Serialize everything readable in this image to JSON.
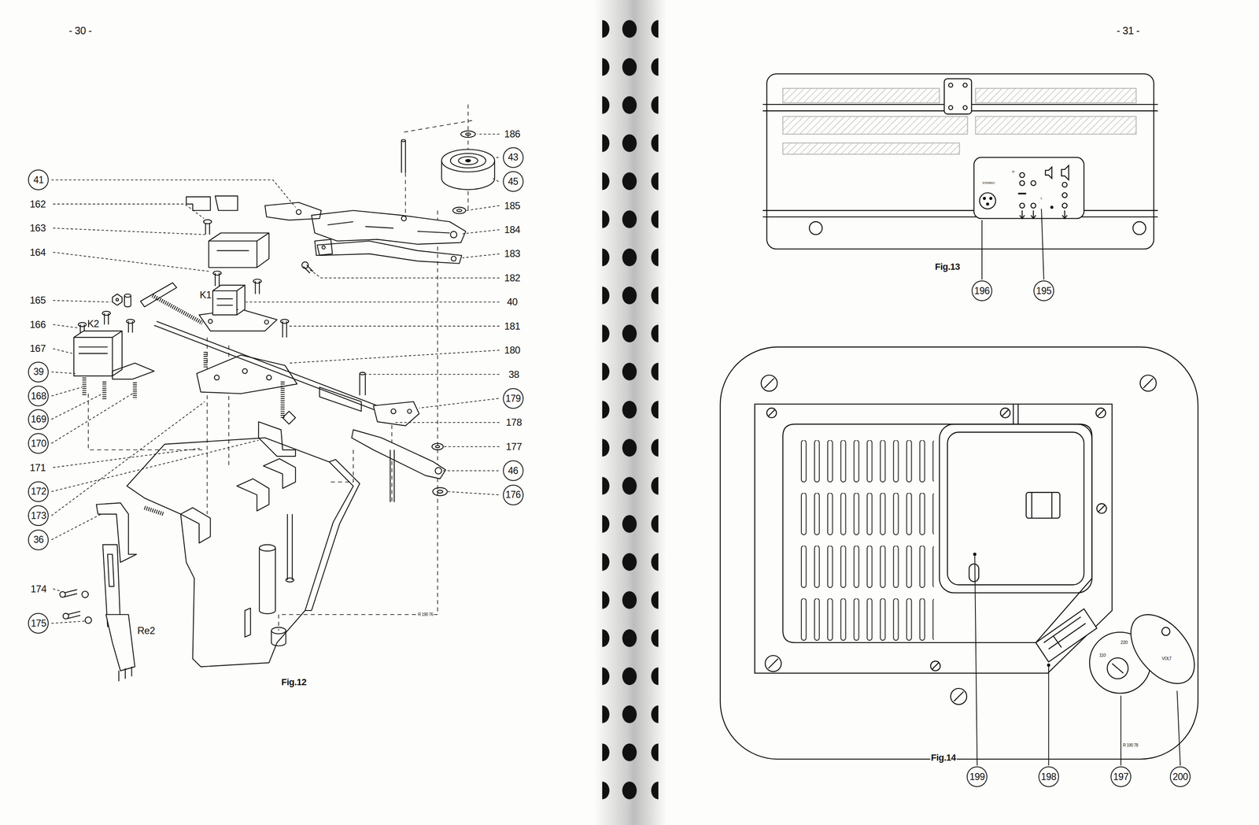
{
  "diagram": {
    "nodes": [
      {
        "text": [
          "41"
        ]
      },
      {
        "text": [
          "39"
        ]
      },
      {
        "text": [
          "168"
        ]
      },
      {
        "text": [
          "169"
        ]
      },
      {
        "text": [
          "170"
        ]
      },
      {
        "text": [
          "172"
        ]
      },
      {
        "text": [
          "173"
        ]
      },
      {
        "text": [
          "36"
        ]
      },
      {
        "text": [
          "175"
        ]
      },
      {
        "text": [
          "43"
        ]
      },
      {
        "text": [
          "45"
        ]
      },
      {
        "text": [
          "179"
        ]
      },
      {
        "text": [
          "46"
        ]
      },
      {
        "text": [
          "176"
        ]
      },
      {
        "text": [
          "196"
        ]
      },
      {
        "text": [
          "195"
        ]
      },
      {
        "text": [
          "199"
        ]
      },
      {
        "text": [
          "198"
        ]
      },
      {
        "text": [
          "197"
        ]
      },
      {
        "text": [
          "200"
        ]
      }
    ],
    "labels": [
      "- 30 -",
      "162",
      "163",
      "164",
      "165",
      "166",
      "167",
      "171",
      "174",
      "186",
      "185",
      "184",
      "183",
      "182",
      "40",
      "181",
      "180",
      "38",
      "178",
      "177",
      "K1",
      "K2",
      "Re2",
      "R 190 76",
      "Fig.12",
      "- 31 -",
      "STEREO",
      "R",
      "L",
      "Fig.13",
      "110",
      "220",
      "VOLT",
      "R 190 78",
      "Fig.14"
    ]
  }
}
